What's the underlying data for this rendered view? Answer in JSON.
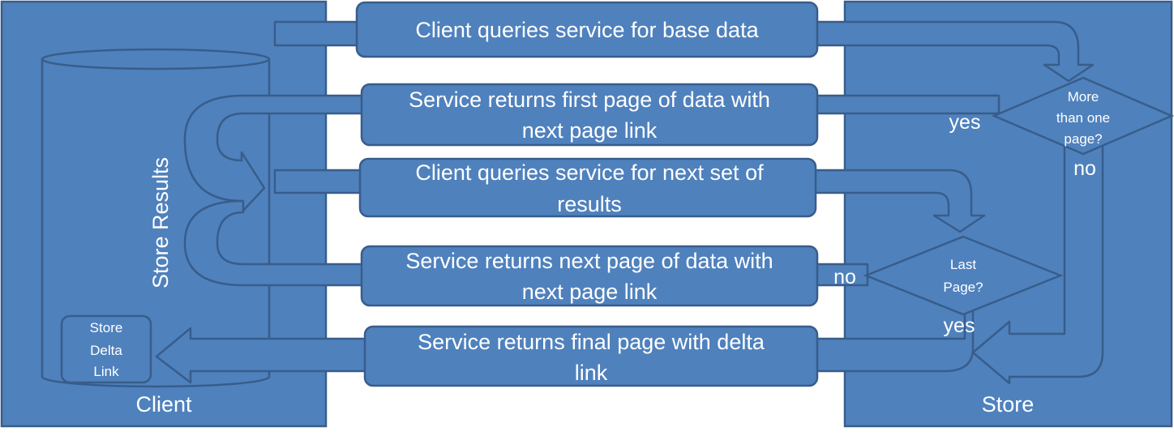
{
  "client": {
    "title": "Client",
    "store_label": "Store Results",
    "delta_box": [
      "Store",
      "Delta",
      "Link"
    ]
  },
  "store": {
    "title": "Store"
  },
  "steps": [
    {
      "lines": [
        "Client queries service for base data"
      ]
    },
    {
      "lines": [
        "Service returns first page of data with",
        "next page link"
      ]
    },
    {
      "lines": [
        "Client queries service for next set of",
        "results"
      ]
    },
    {
      "lines": [
        "Service returns next page of data with",
        "next page link"
      ]
    },
    {
      "lines": [
        "Service returns  final page with delta",
        "link"
      ]
    }
  ],
  "decisions": {
    "more_than_one_page": {
      "lines": [
        "More",
        "than one",
        "page?"
      ],
      "yes": "yes",
      "no": "no"
    },
    "last_page": {
      "lines": [
        "Last",
        "Page?"
      ],
      "yes": "yes",
      "no": "no"
    }
  },
  "colors": {
    "fill": "#4F81BD",
    "stroke": "#385D8A",
    "text": "#FFFFFF"
  }
}
